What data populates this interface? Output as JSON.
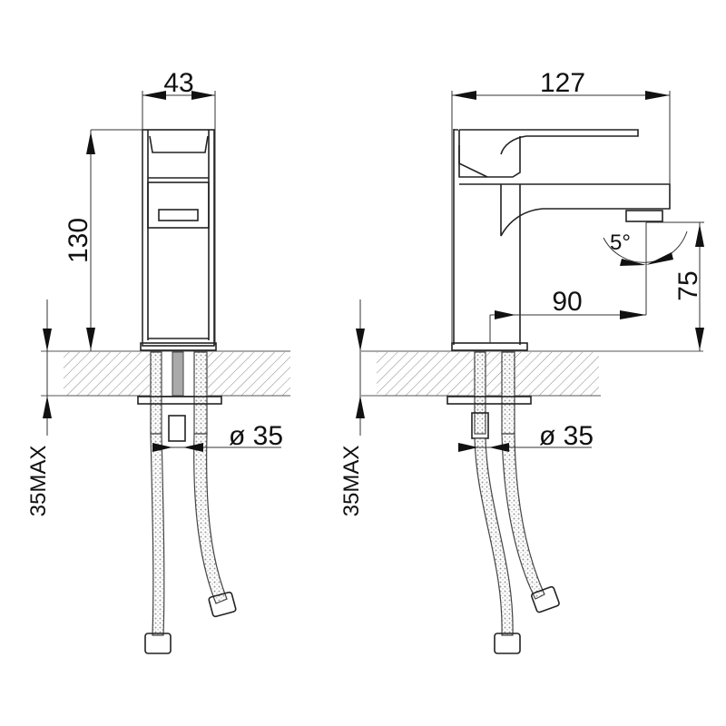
{
  "front_view": {
    "width_label": "43",
    "height_label": "130",
    "diameter_label": "ø 35",
    "max_thickness_label": "35MAX"
  },
  "side_view": {
    "length_label": "127",
    "angle_label": "5°",
    "reach_label": "90",
    "spout_height_label": "75",
    "diameter_label": "ø 35",
    "max_thickness_label": "35MAX"
  }
}
